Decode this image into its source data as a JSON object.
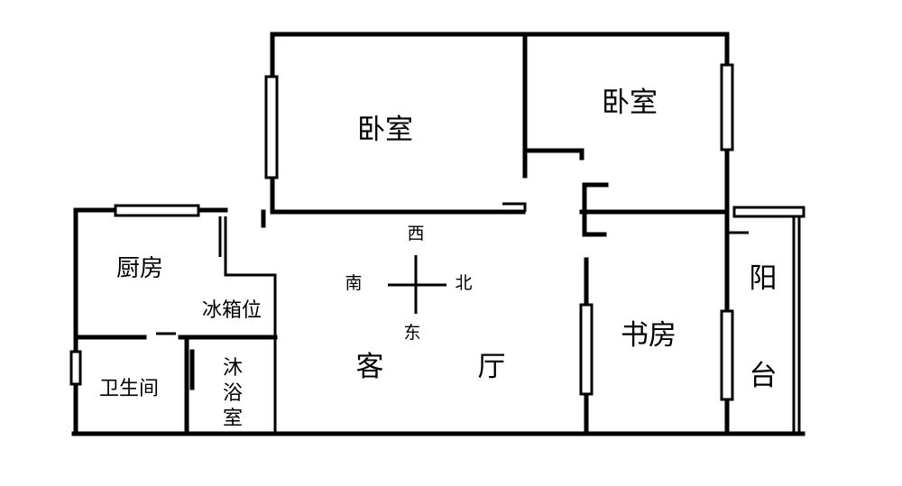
{
  "rooms": {
    "bedroom_left": "卧室",
    "bedroom_right": "卧室",
    "kitchen": "厨房",
    "fridge_spot": "冰箱位",
    "toilet": "卫生间",
    "shower": [
      "沐",
      "浴",
      "室"
    ],
    "living_room": [
      "客",
      "厅"
    ],
    "study": "书房",
    "balcony": [
      "阳",
      "台"
    ]
  },
  "compass": {
    "north": "北",
    "south": "南",
    "east": "东",
    "west": "西"
  }
}
